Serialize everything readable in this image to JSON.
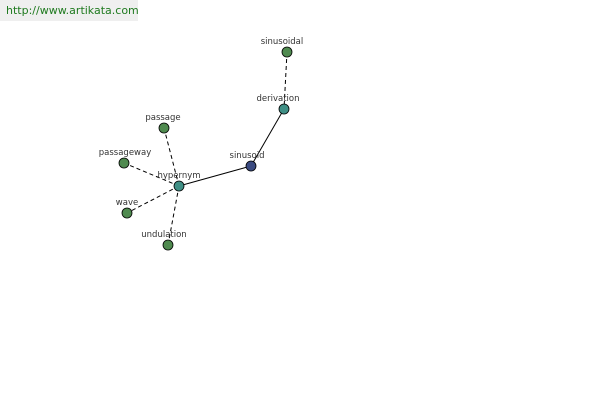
{
  "watermark": {
    "text": "http://www.artikata.com"
  },
  "colors": {
    "background": "#ffffff",
    "watermark_bg": "#efefef",
    "watermark_text": "#1f7a1f",
    "node_green": "#4f8a4f",
    "node_teal": "#3f8f85",
    "node_navy": "#3a4a80",
    "edge": "#000000"
  },
  "graph": {
    "nodes": [
      {
        "id": "sinusoidal",
        "label": "sinusoidal",
        "color": "node_green"
      },
      {
        "id": "derivation",
        "label": "derivation",
        "color": "node_teal"
      },
      {
        "id": "sinusoid",
        "label": "sinusoid",
        "color": "node_navy"
      },
      {
        "id": "hypernym",
        "label": "hypernym",
        "color": "node_teal"
      },
      {
        "id": "passage",
        "label": "passage",
        "color": "node_green"
      },
      {
        "id": "passageway",
        "label": "passageway",
        "color": "node_green"
      },
      {
        "id": "wave",
        "label": "wave",
        "color": "node_green"
      },
      {
        "id": "undulation",
        "label": "undulation",
        "color": "node_green"
      }
    ],
    "edges": [
      {
        "from": "sinusoidal",
        "to": "derivation",
        "style": "dashed"
      },
      {
        "from": "derivation",
        "to": "sinusoid",
        "style": "solid"
      },
      {
        "from": "sinusoid",
        "to": "hypernym",
        "style": "solid"
      },
      {
        "from": "hypernym",
        "to": "passage",
        "style": "dashed"
      },
      {
        "from": "hypernym",
        "to": "passageway",
        "style": "dashed"
      },
      {
        "from": "hypernym",
        "to": "wave",
        "style": "dashed"
      },
      {
        "from": "hypernym",
        "to": "undulation",
        "style": "dashed"
      }
    ]
  }
}
